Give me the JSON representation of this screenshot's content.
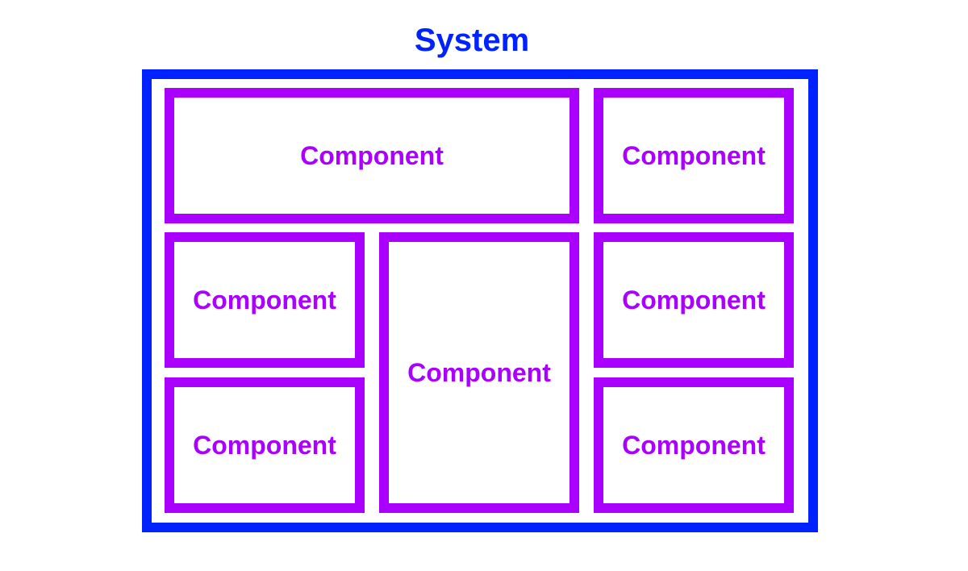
{
  "diagram": {
    "title": "System",
    "colors": {
      "system": "#0022ff",
      "component": "#aa00ff",
      "background": "#ffffff"
    },
    "components": [
      {
        "label": "Component"
      },
      {
        "label": "Component"
      },
      {
        "label": "Component"
      },
      {
        "label": "Component"
      },
      {
        "label": "Component"
      },
      {
        "label": "Component"
      },
      {
        "label": "Component"
      }
    ]
  }
}
